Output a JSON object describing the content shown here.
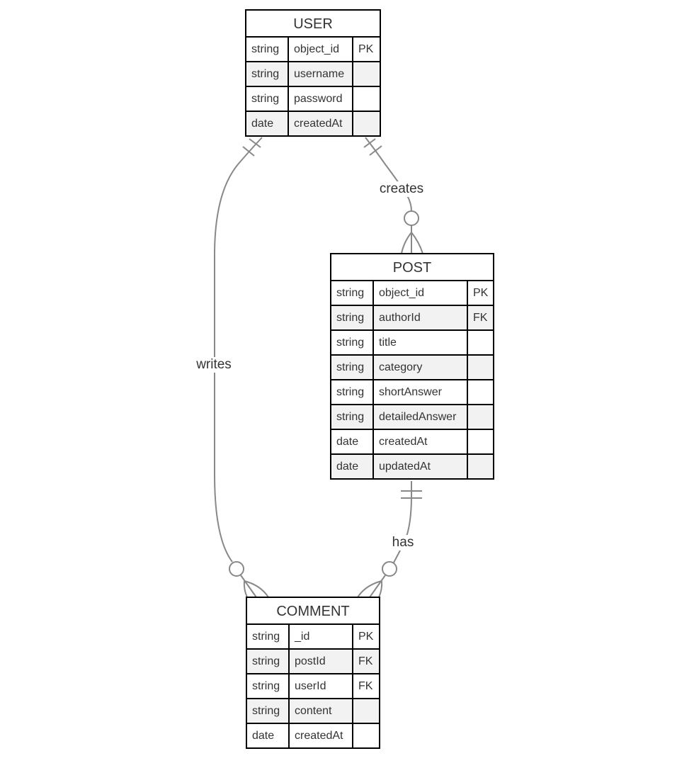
{
  "entities": [
    {
      "name": "USER",
      "attributes": [
        {
          "type": "string",
          "name": "object_id",
          "key": "PK"
        },
        {
          "type": "string",
          "name": "username",
          "key": ""
        },
        {
          "type": "string",
          "name": "password",
          "key": ""
        },
        {
          "type": "date",
          "name": "createdAt",
          "key": ""
        }
      ]
    },
    {
      "name": "POST",
      "attributes": [
        {
          "type": "string",
          "name": "object_id",
          "key": "PK"
        },
        {
          "type": "string",
          "name": "authorId",
          "key": "FK"
        },
        {
          "type": "string",
          "name": "title",
          "key": ""
        },
        {
          "type": "string",
          "name": "category",
          "key": ""
        },
        {
          "type": "string",
          "name": "shortAnswer",
          "key": ""
        },
        {
          "type": "string",
          "name": "detailedAnswer",
          "key": ""
        },
        {
          "type": "date",
          "name": "createdAt",
          "key": ""
        },
        {
          "type": "date",
          "name": "updatedAt",
          "key": ""
        }
      ]
    },
    {
      "name": "COMMENT",
      "attributes": [
        {
          "type": "string",
          "name": "_id",
          "key": "PK"
        },
        {
          "type": "string",
          "name": "postId",
          "key": "FK"
        },
        {
          "type": "string",
          "name": "userId",
          "key": "FK"
        },
        {
          "type": "string",
          "name": "content",
          "key": ""
        },
        {
          "type": "date",
          "name": "createdAt",
          "key": ""
        }
      ]
    }
  ],
  "relationships": [
    {
      "from": "USER",
      "to": "POST",
      "label": "creates",
      "from_cardinality": "exactly-one",
      "to_cardinality": "zero-or-more"
    },
    {
      "from": "USER",
      "to": "COMMENT",
      "label": "writes",
      "from_cardinality": "exactly-one",
      "to_cardinality": "zero-or-more"
    },
    {
      "from": "POST",
      "to": "COMMENT",
      "label": "has",
      "from_cardinality": "exactly-one",
      "to_cardinality": "zero-or-more"
    }
  ],
  "colors": {
    "line": "#888888",
    "border": "#000000",
    "shaded_row": "#f2f2f2",
    "text": "#333333"
  }
}
